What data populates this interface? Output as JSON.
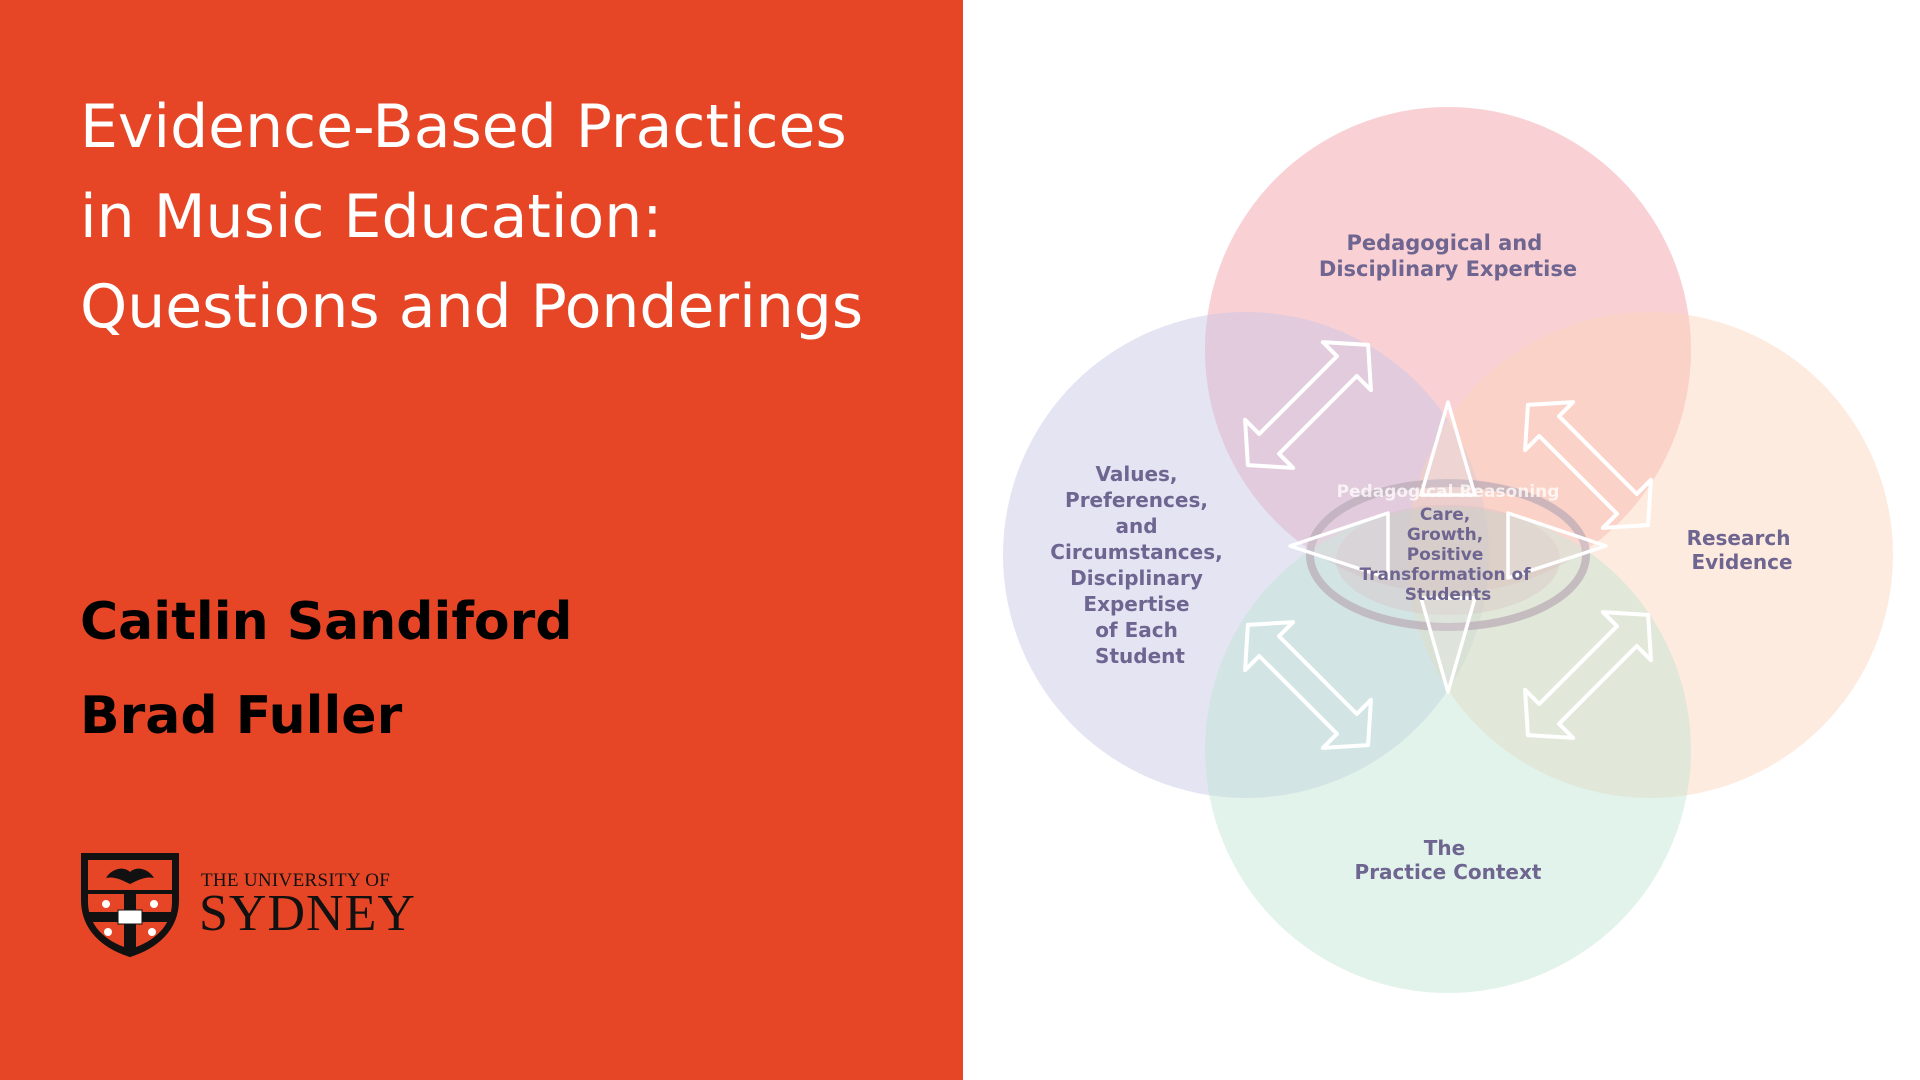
{
  "title": {
    "line1": "Evidence-Based Practices",
    "line2": "in Music Education:",
    "line3": "Questions and Ponderings"
  },
  "authors": [
    "Caitlin Sandiford",
    "Brad Fuller"
  ],
  "logo": {
    "line1": "THE UNIVERSITY OF",
    "line2": "SYDNEY"
  },
  "diagram": {
    "top": [
      "Pedagogical and",
      "Disciplinary Expertise"
    ],
    "left": [
      "Values,",
      "Preferences,",
      "and",
      "Circumstances,",
      "Disciplinary",
      "Expertise",
      "of Each",
      "Student"
    ],
    "right": [
      "Research",
      "Evidence"
    ],
    "bottom": [
      "The",
      "Practice Context"
    ],
    "ring": "Pedagogical Reasoning",
    "center": [
      "Care,",
      "Growth,",
      "Positive",
      "Transformation of",
      "Students"
    ]
  },
  "colors": {
    "left_panel": "#e64626",
    "circle_top": "#f4a3a8",
    "circle_left": "#c9c8e6",
    "circle_right": "#fbd9c4",
    "circle_bottom": "#c6e8da",
    "label": "#6e6590"
  }
}
